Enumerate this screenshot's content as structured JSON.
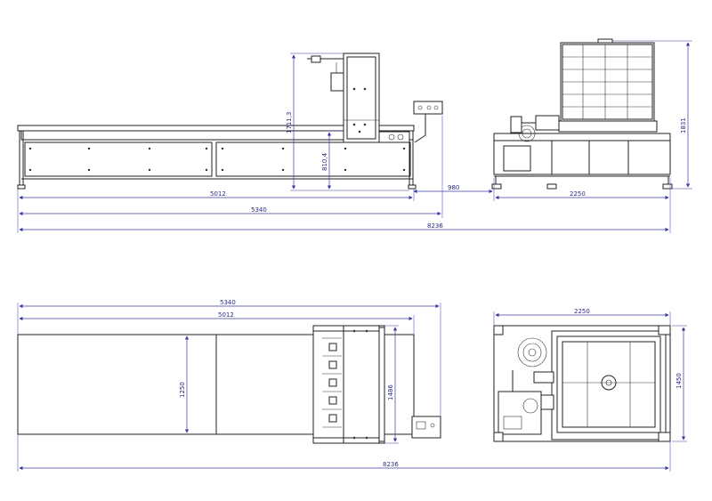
{
  "drawing": {
    "side_view": {
      "dims": {
        "height_upper": "1711,3",
        "height_lower": "810,4",
        "table_length": "5012",
        "overall_length_a": "5340",
        "gap": "980",
        "tank_width": "2250",
        "total_length": "8236",
        "tank_height": "1831"
      }
    },
    "top_view": {
      "dims": {
        "overall_length_a": "5340",
        "table_length": "5012",
        "table_width": "1250",
        "carriage_width": "1486",
        "total_length": "8236",
        "tank_width": "2250",
        "tank_depth": "1450"
      }
    }
  }
}
